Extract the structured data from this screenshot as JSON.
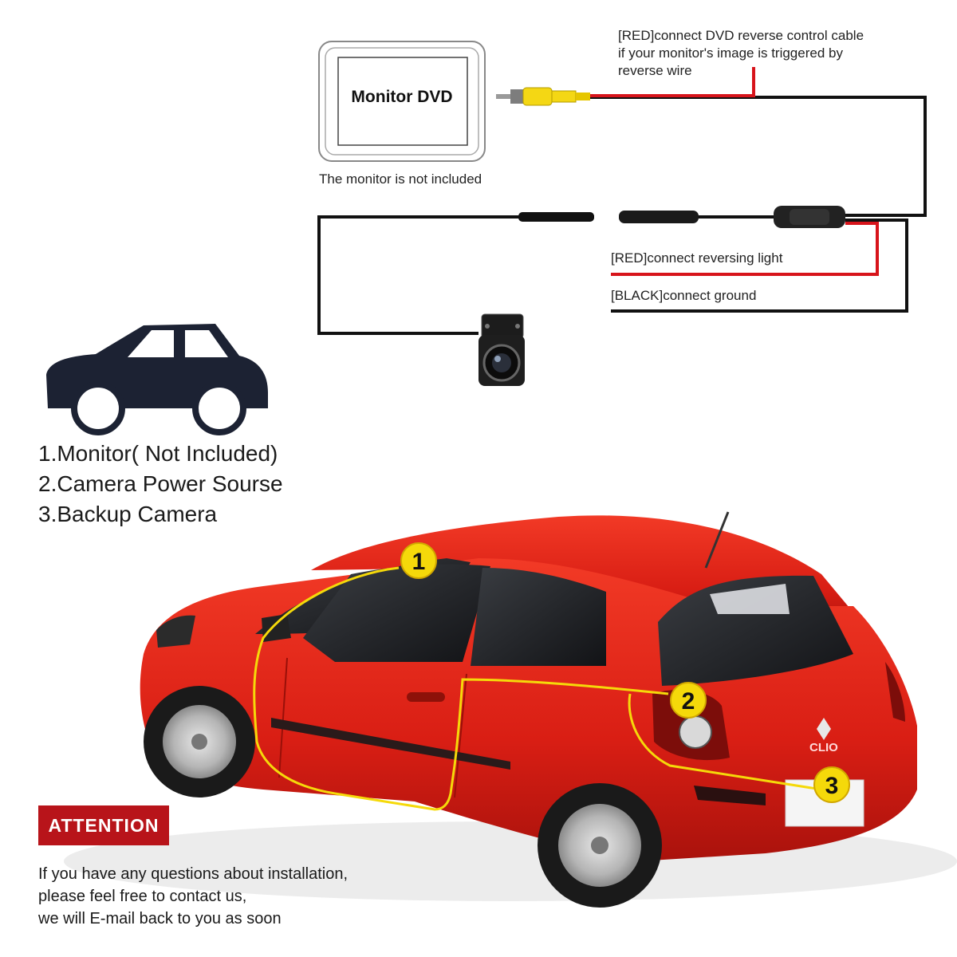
{
  "monitor": {
    "label": "Monitor DVD",
    "note": "The monitor is not included"
  },
  "wiring": {
    "red_reverse_lines": [
      "[RED]connect DVD reverse control cable",
      "if your monitor's image is triggered by",
      "reverse wire"
    ],
    "red_light": "[RED]connect reversing light",
    "black_ground": "[BLACK]connect ground"
  },
  "legend": {
    "items": [
      "1.Monitor( Not Included)",
      "2.Camera Power Sourse",
      "3.Backup Camera"
    ]
  },
  "markers": [
    "1",
    "2",
    "3"
  ],
  "car_badge": "CLIO",
  "attention": {
    "title": "ATTENTION",
    "lines": [
      "If you have any questions about installation,",
      "please feel free to contact us,",
      "we will E-mail back to you as soon"
    ]
  },
  "colors": {
    "car": "#e0241a",
    "wire_red": "#d7141b",
    "wire_black": "#111111",
    "marker": "#f5d90a",
    "attention": "#b8141a"
  },
  "icons": [
    "monitor-icon",
    "rca-connector-icon",
    "backup-camera-icon",
    "car-icon"
  ]
}
